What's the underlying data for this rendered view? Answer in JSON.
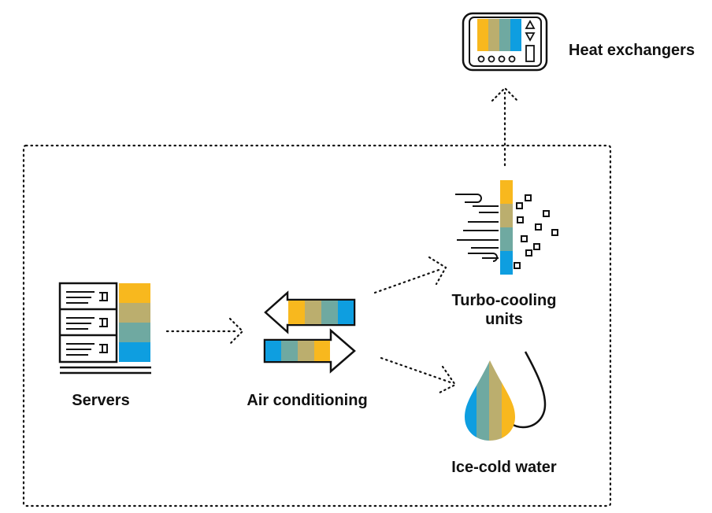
{
  "colors": {
    "yellow": "#F8B81E",
    "olive": "#BBAE6E",
    "teal": "#6FA9A1",
    "blue": "#0E9EE0",
    "stroke": "#111111"
  },
  "nodes": {
    "servers": {
      "label": "Servers",
      "icon": "server-rack-icon"
    },
    "air_conditioning": {
      "label": "Air conditioning",
      "icon": "air-exchange-arrows-icon"
    },
    "turbo_cooling": {
      "label": "Turbo-cooling units",
      "icon": "turbo-cooler-icon"
    },
    "ice_cold_water": {
      "label": "Ice-cold water",
      "icon": "water-drops-icon"
    },
    "heat_exchangers": {
      "label": "Heat exchangers",
      "icon": "heat-exchanger-panel-icon"
    }
  },
  "edges": [
    {
      "from": "servers",
      "to": "air_conditioning",
      "style": "dotted-arrow"
    },
    {
      "from": "air_conditioning",
      "to": "turbo_cooling",
      "style": "dotted-arrow"
    },
    {
      "from": "air_conditioning",
      "to": "ice_cold_water",
      "style": "dotted-arrow"
    },
    {
      "from": "turbo_cooling",
      "to": "heat_exchangers",
      "style": "dotted-arrow"
    }
  ],
  "boundary": {
    "style": "dotted",
    "encloses": [
      "servers",
      "air_conditioning",
      "turbo_cooling",
      "ice_cold_water"
    ]
  }
}
